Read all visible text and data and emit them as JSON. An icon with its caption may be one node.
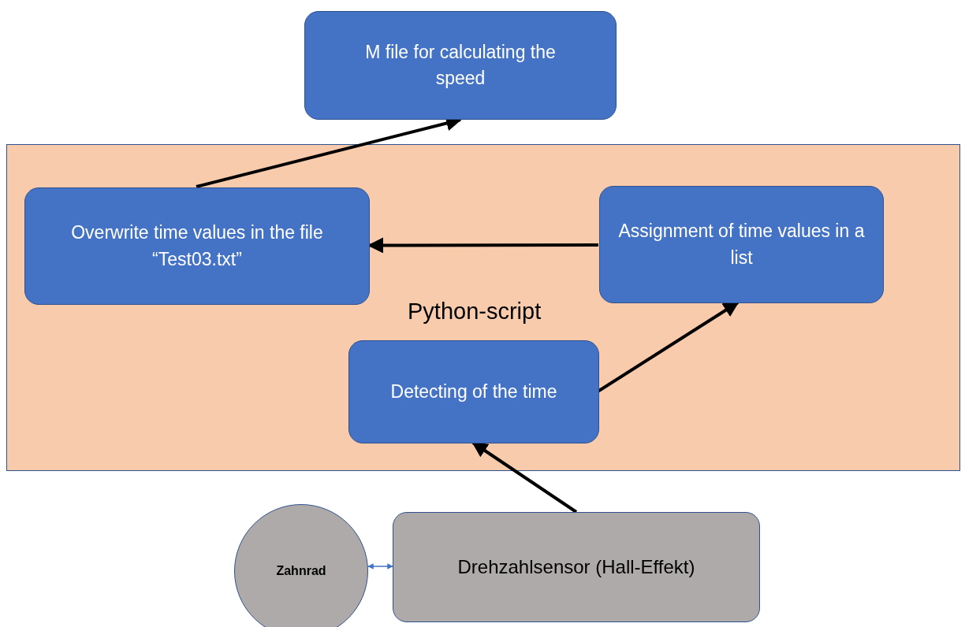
{
  "diagram": {
    "nodes": [
      {
        "text": [
          "M file for calculating the speed"
        ]
      },
      {
        "text": [
          "Python-script"
        ]
      },
      {
        "text": [
          "Overwrite time values in the file “Test03.txt”"
        ],
        "in": 1
      },
      {
        "text": [
          "Assignment of time values in a list"
        ],
        "in": 1
      },
      {
        "text": [
          "Detecting of the time"
        ],
        "in": 1
      },
      {
        "text": [
          "Zahnrad"
        ]
      },
      {
        "text": [
          "Drehzahlsensor (Hall-Effekt)"
        ]
      }
    ],
    "edges": [
      {
        "from": 2,
        "to": 0,
        "arrow": "to"
      },
      {
        "from": 3,
        "to": 2,
        "arrow": "to"
      },
      {
        "from": 4,
        "to": 3,
        "arrow": "to"
      },
      {
        "from": 6,
        "to": 4,
        "arrow": "to"
      },
      {
        "from": 5,
        "to": 6,
        "arrow": "both",
        "color": "#4472c4"
      }
    ]
  }
}
